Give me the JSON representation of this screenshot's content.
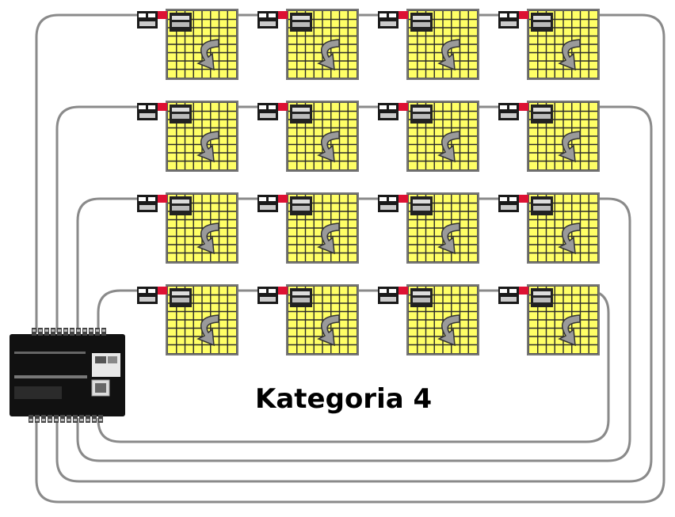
{
  "title": "Kategoria 4",
  "colors": {
    "background": "#ffffff",
    "panel_fill": "#ffff66",
    "panel_border": "#555555",
    "panel_grid": "#2a2a2a",
    "cable": "#8a8a8a",
    "connector": "#dd1133",
    "controller_body": "#111111",
    "text": "#000000"
  },
  "diagram": {
    "rows": 4,
    "columns": 4,
    "panel_icon": "yellow-grid-panel-with-curved-arrow",
    "sensor_icon": "small-io-module-icon",
    "controller_icon": "plc-controller",
    "cable_loops": 4
  }
}
